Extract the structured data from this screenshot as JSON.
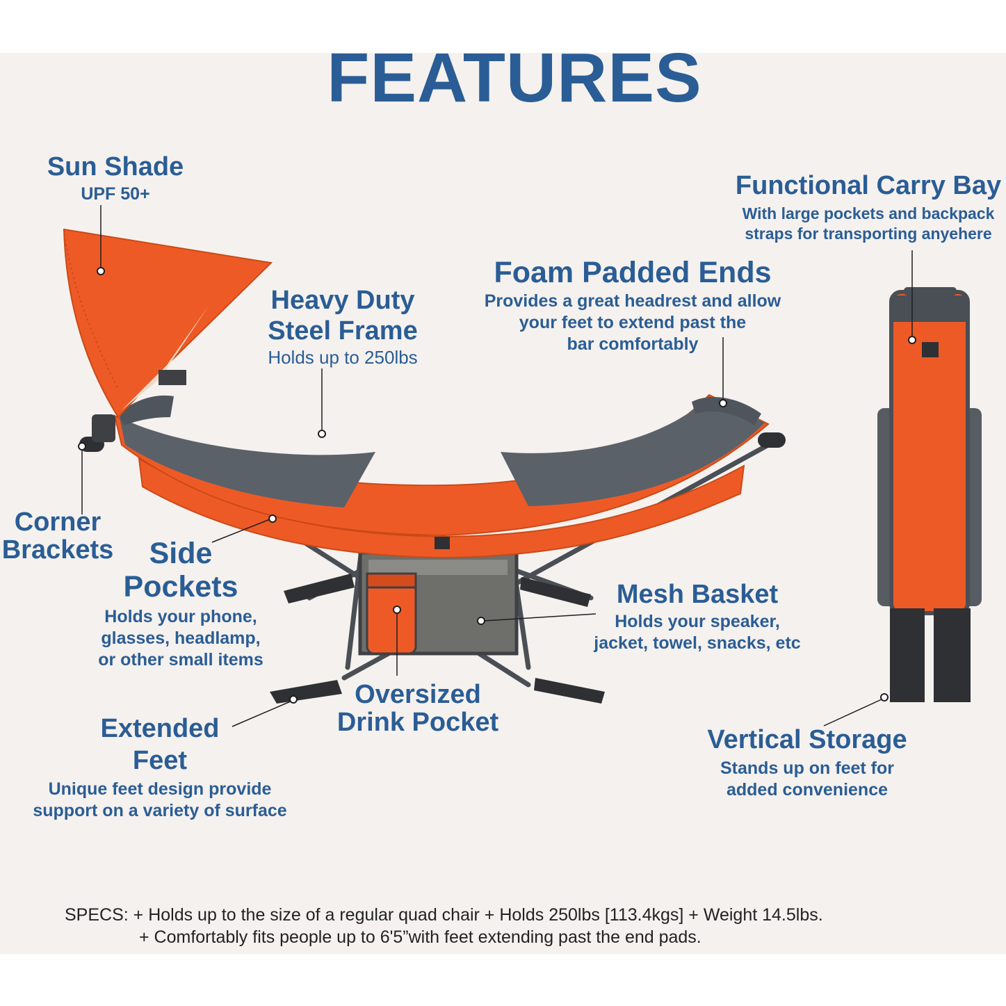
{
  "title": "FEATURES",
  "features": {
    "sun_shade": {
      "title": "Sun Shade",
      "desc": "UPF 50+"
    },
    "carry_bay": {
      "title": "Functional Carry Bay",
      "desc1": "With large pockets and backpack",
      "desc2": "straps for transporting anyehere"
    },
    "foam_ends": {
      "title": "Foam Padded Ends",
      "desc1": "Provides a great headrest and allow",
      "desc2": "your feet to extend past the",
      "desc3": "bar comfortably"
    },
    "steel_frame": {
      "title1": "Heavy Duty",
      "title2": "Steel Frame",
      "desc": "Holds up to 250lbs"
    },
    "corner_brackets": {
      "title1": "Corner",
      "title2": "Brackets"
    },
    "side_pockets": {
      "title1": "Side",
      "title2": "Pockets",
      "desc1": "Holds your phone,",
      "desc2": "glasses, headlamp,",
      "desc3": "or other small items"
    },
    "mesh_basket": {
      "title": "Mesh Basket",
      "desc1": "Holds your speaker,",
      "desc2": "jacket, towel, snacks, etc"
    },
    "drink_pocket": {
      "title1": "Oversized",
      "title2": "Drink Pocket"
    },
    "extended_feet": {
      "title1": "Extended",
      "title2": "Feet",
      "desc1": "Unique feet design provide",
      "desc2": "support on a variety of surface"
    },
    "vertical_storage": {
      "title": "Vertical Storage",
      "desc1": "Stands up on feet for",
      "desc2": "added convenience"
    }
  },
  "specs": {
    "line1": "SPECS: + Holds up to the size of a regular quad chair + Holds 250lbs [113.4kgs] + Weight 14.5lbs.",
    "line2": "+ Comfortably fits people up to 6'5”with feet extending past the end pads."
  },
  "colors": {
    "heading": "#2a5d95",
    "fabric": "#ee5a26",
    "pad": "#5b6168",
    "frame": "#4a4f55",
    "background": "#f5f1ee"
  }
}
